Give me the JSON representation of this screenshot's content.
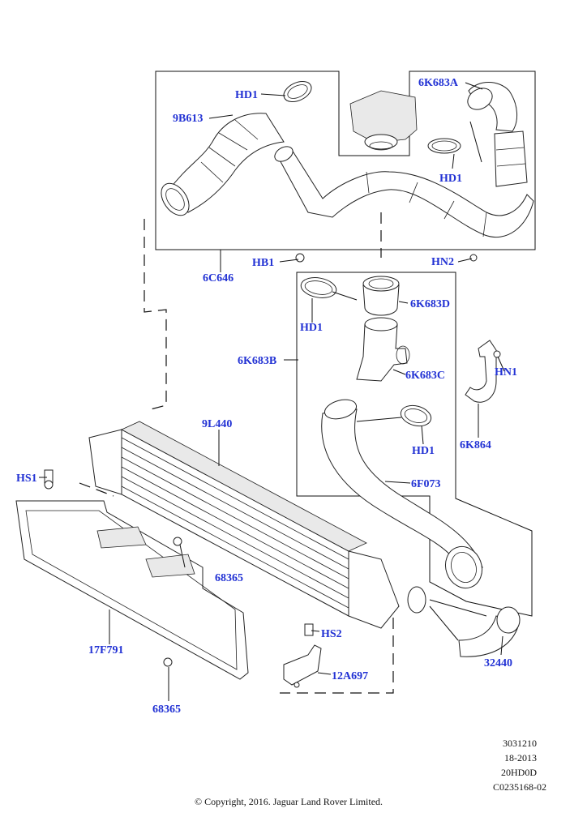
{
  "callouts": {
    "hd1_top": "HD1",
    "c9b613": "9B613",
    "c6k683a": "6K683A",
    "hd1_right": "HD1",
    "hb1": "HB1",
    "hn2": "HN2",
    "c6c646": "6C646",
    "hd1_mid": "HD1",
    "c6k683d": "6K683D",
    "c6k683b": "6K683B",
    "c6k683c": "6K683C",
    "hn1": "HN1",
    "c6k864": "6K864",
    "c9l440": "9L440",
    "hd1_low": "HD1",
    "hs1": "HS1",
    "c6f073": "6F073",
    "c68365_a": "68365",
    "hs2": "HS2",
    "c32440": "32440",
    "c17f791": "17F791",
    "c12a697": "12A697",
    "c68365_b": "68365"
  },
  "meta": {
    "ref1": "3031210",
    "ref2": "18-2013",
    "ref3": "20HD0D",
    "ref4": "C0235168-02",
    "copyright": "© Copyright, 2016. Jaguar Land Rover Limited."
  },
  "colors": {
    "callout": "#2232d4",
    "line": "#111111"
  }
}
